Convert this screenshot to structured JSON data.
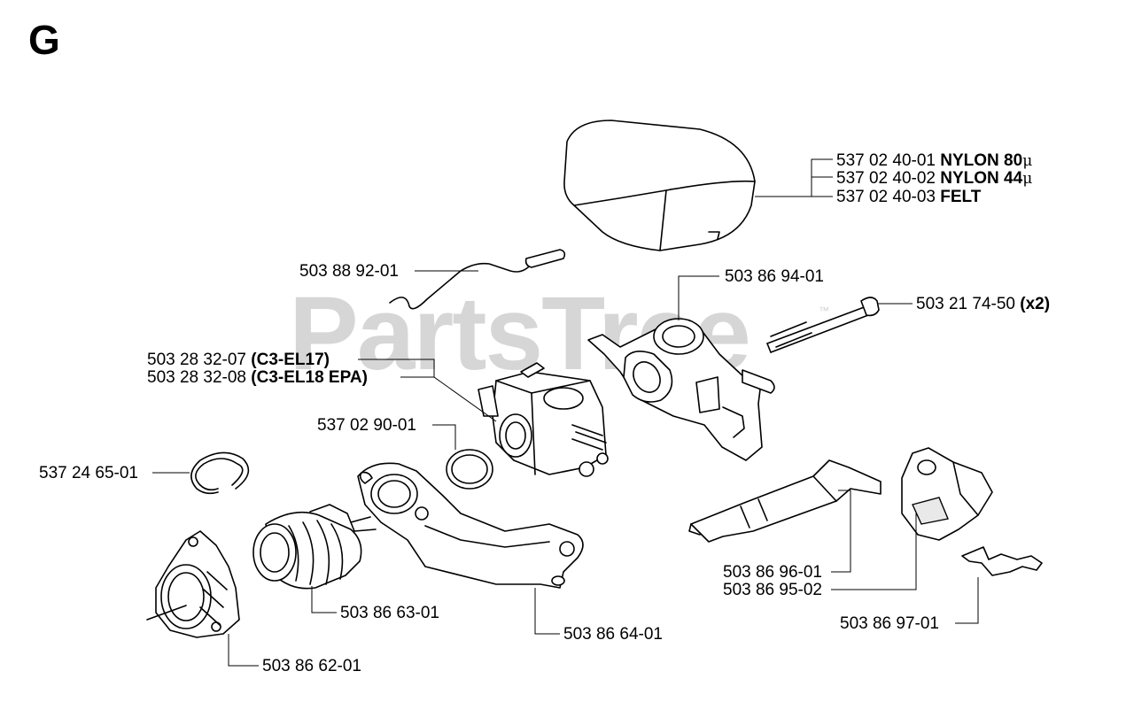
{
  "section_letter": "G",
  "watermark": {
    "text": "PartsTree",
    "trademark": "™"
  },
  "parts": [
    {
      "id": "air-filter",
      "number": "537 02 40-01",
      "note": "NYLON 80",
      "unit": "μ"
    },
    {
      "id": "air-filter",
      "number": "537 02 40-02",
      "note": "NYLON 44",
      "unit": "μ"
    },
    {
      "id": "air-filter",
      "number": "537 02 40-03",
      "note": "FELT",
      "unit": ""
    },
    {
      "id": "wire-rod",
      "number": "503 88 92-01",
      "note": "",
      "unit": ""
    },
    {
      "id": "carb-holder",
      "number": "503 86 94-01",
      "note": "",
      "unit": ""
    },
    {
      "id": "bolt",
      "number": "503 21 74-50",
      "note": "(x2)",
      "unit": ""
    },
    {
      "id": "carburetor",
      "number": "503 28 32-07",
      "note": "(C3-EL17)",
      "unit": ""
    },
    {
      "id": "carburetor",
      "number": "503 28 32-08",
      "note": "(C3-EL18 EPA)",
      "unit": ""
    },
    {
      "id": "gasket",
      "number": "537 02 90-01",
      "note": "",
      "unit": ""
    },
    {
      "id": "retaining-ring",
      "number": "537 24 65-01",
      "note": "",
      "unit": ""
    },
    {
      "id": "throttle-rod",
      "number": "503 86 96-01",
      "note": "",
      "unit": ""
    },
    {
      "id": "choke-bracket",
      "number": "503 86 95-02",
      "note": "",
      "unit": ""
    },
    {
      "id": "intake-bellows",
      "number": "503 86 63-01",
      "note": "",
      "unit": ""
    },
    {
      "id": "intake-arm",
      "number": "503 86 64-01",
      "note": "",
      "unit": ""
    },
    {
      "id": "spring-clip",
      "number": "503 86 97-01",
      "note": "",
      "unit": ""
    },
    {
      "id": "intake-flange",
      "number": "503 86 62-01",
      "note": "",
      "unit": ""
    }
  ]
}
